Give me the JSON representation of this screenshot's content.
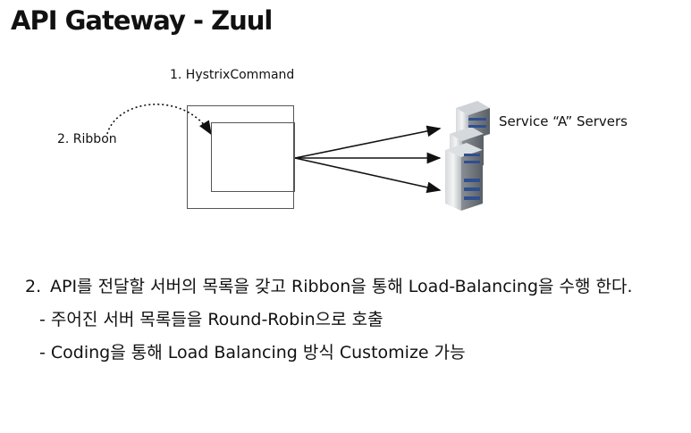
{
  "title": "API Gateway - Zuul",
  "diagram": {
    "hystrix_label": "1. HystrixCommand",
    "ribbon_label": "2. Ribbon",
    "servers_label": "Service “A”  Servers"
  },
  "bullets": {
    "main_number": "2.",
    "main_text": "API를 전달할 서버의 목록을 갖고 Ribbon을 통해 Load-Balancing을 수행 한다.",
    "sub_items": [
      "- 주어진 서버 목록들을 Round-Robin으로 호출",
      "- Coding을 통해 Load Balancing 방식 Customize 가능"
    ]
  }
}
